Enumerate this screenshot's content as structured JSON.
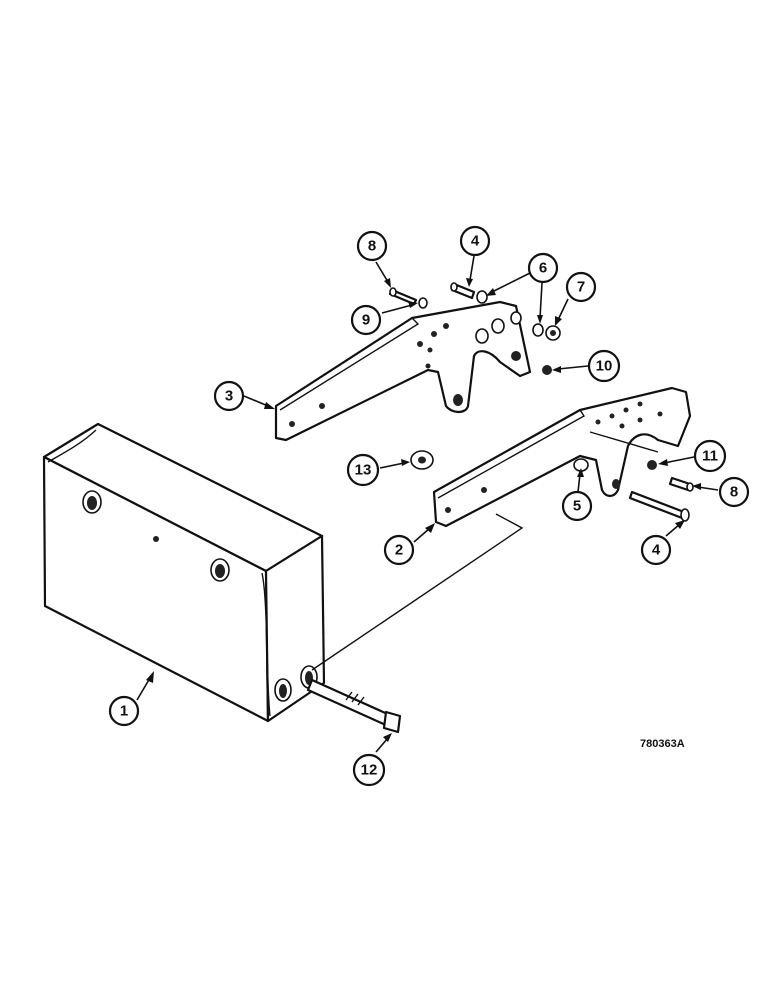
{
  "callouts": [
    {
      "id": "c1",
      "label": "1"
    },
    {
      "id": "c2",
      "label": "2"
    },
    {
      "id": "c3",
      "label": "3"
    },
    {
      "id": "c4a",
      "label": "4"
    },
    {
      "id": "c4b",
      "label": "4"
    },
    {
      "id": "c5",
      "label": "5"
    },
    {
      "id": "c6",
      "label": "6"
    },
    {
      "id": "c7",
      "label": "7"
    },
    {
      "id": "c8a",
      "label": "8"
    },
    {
      "id": "c8b",
      "label": "8"
    },
    {
      "id": "c9",
      "label": "9"
    },
    {
      "id": "c10",
      "label": "10"
    },
    {
      "id": "c11",
      "label": "11"
    },
    {
      "id": "c12",
      "label": "12"
    },
    {
      "id": "c13",
      "label": "13"
    }
  ],
  "drawing_number": "780363A"
}
